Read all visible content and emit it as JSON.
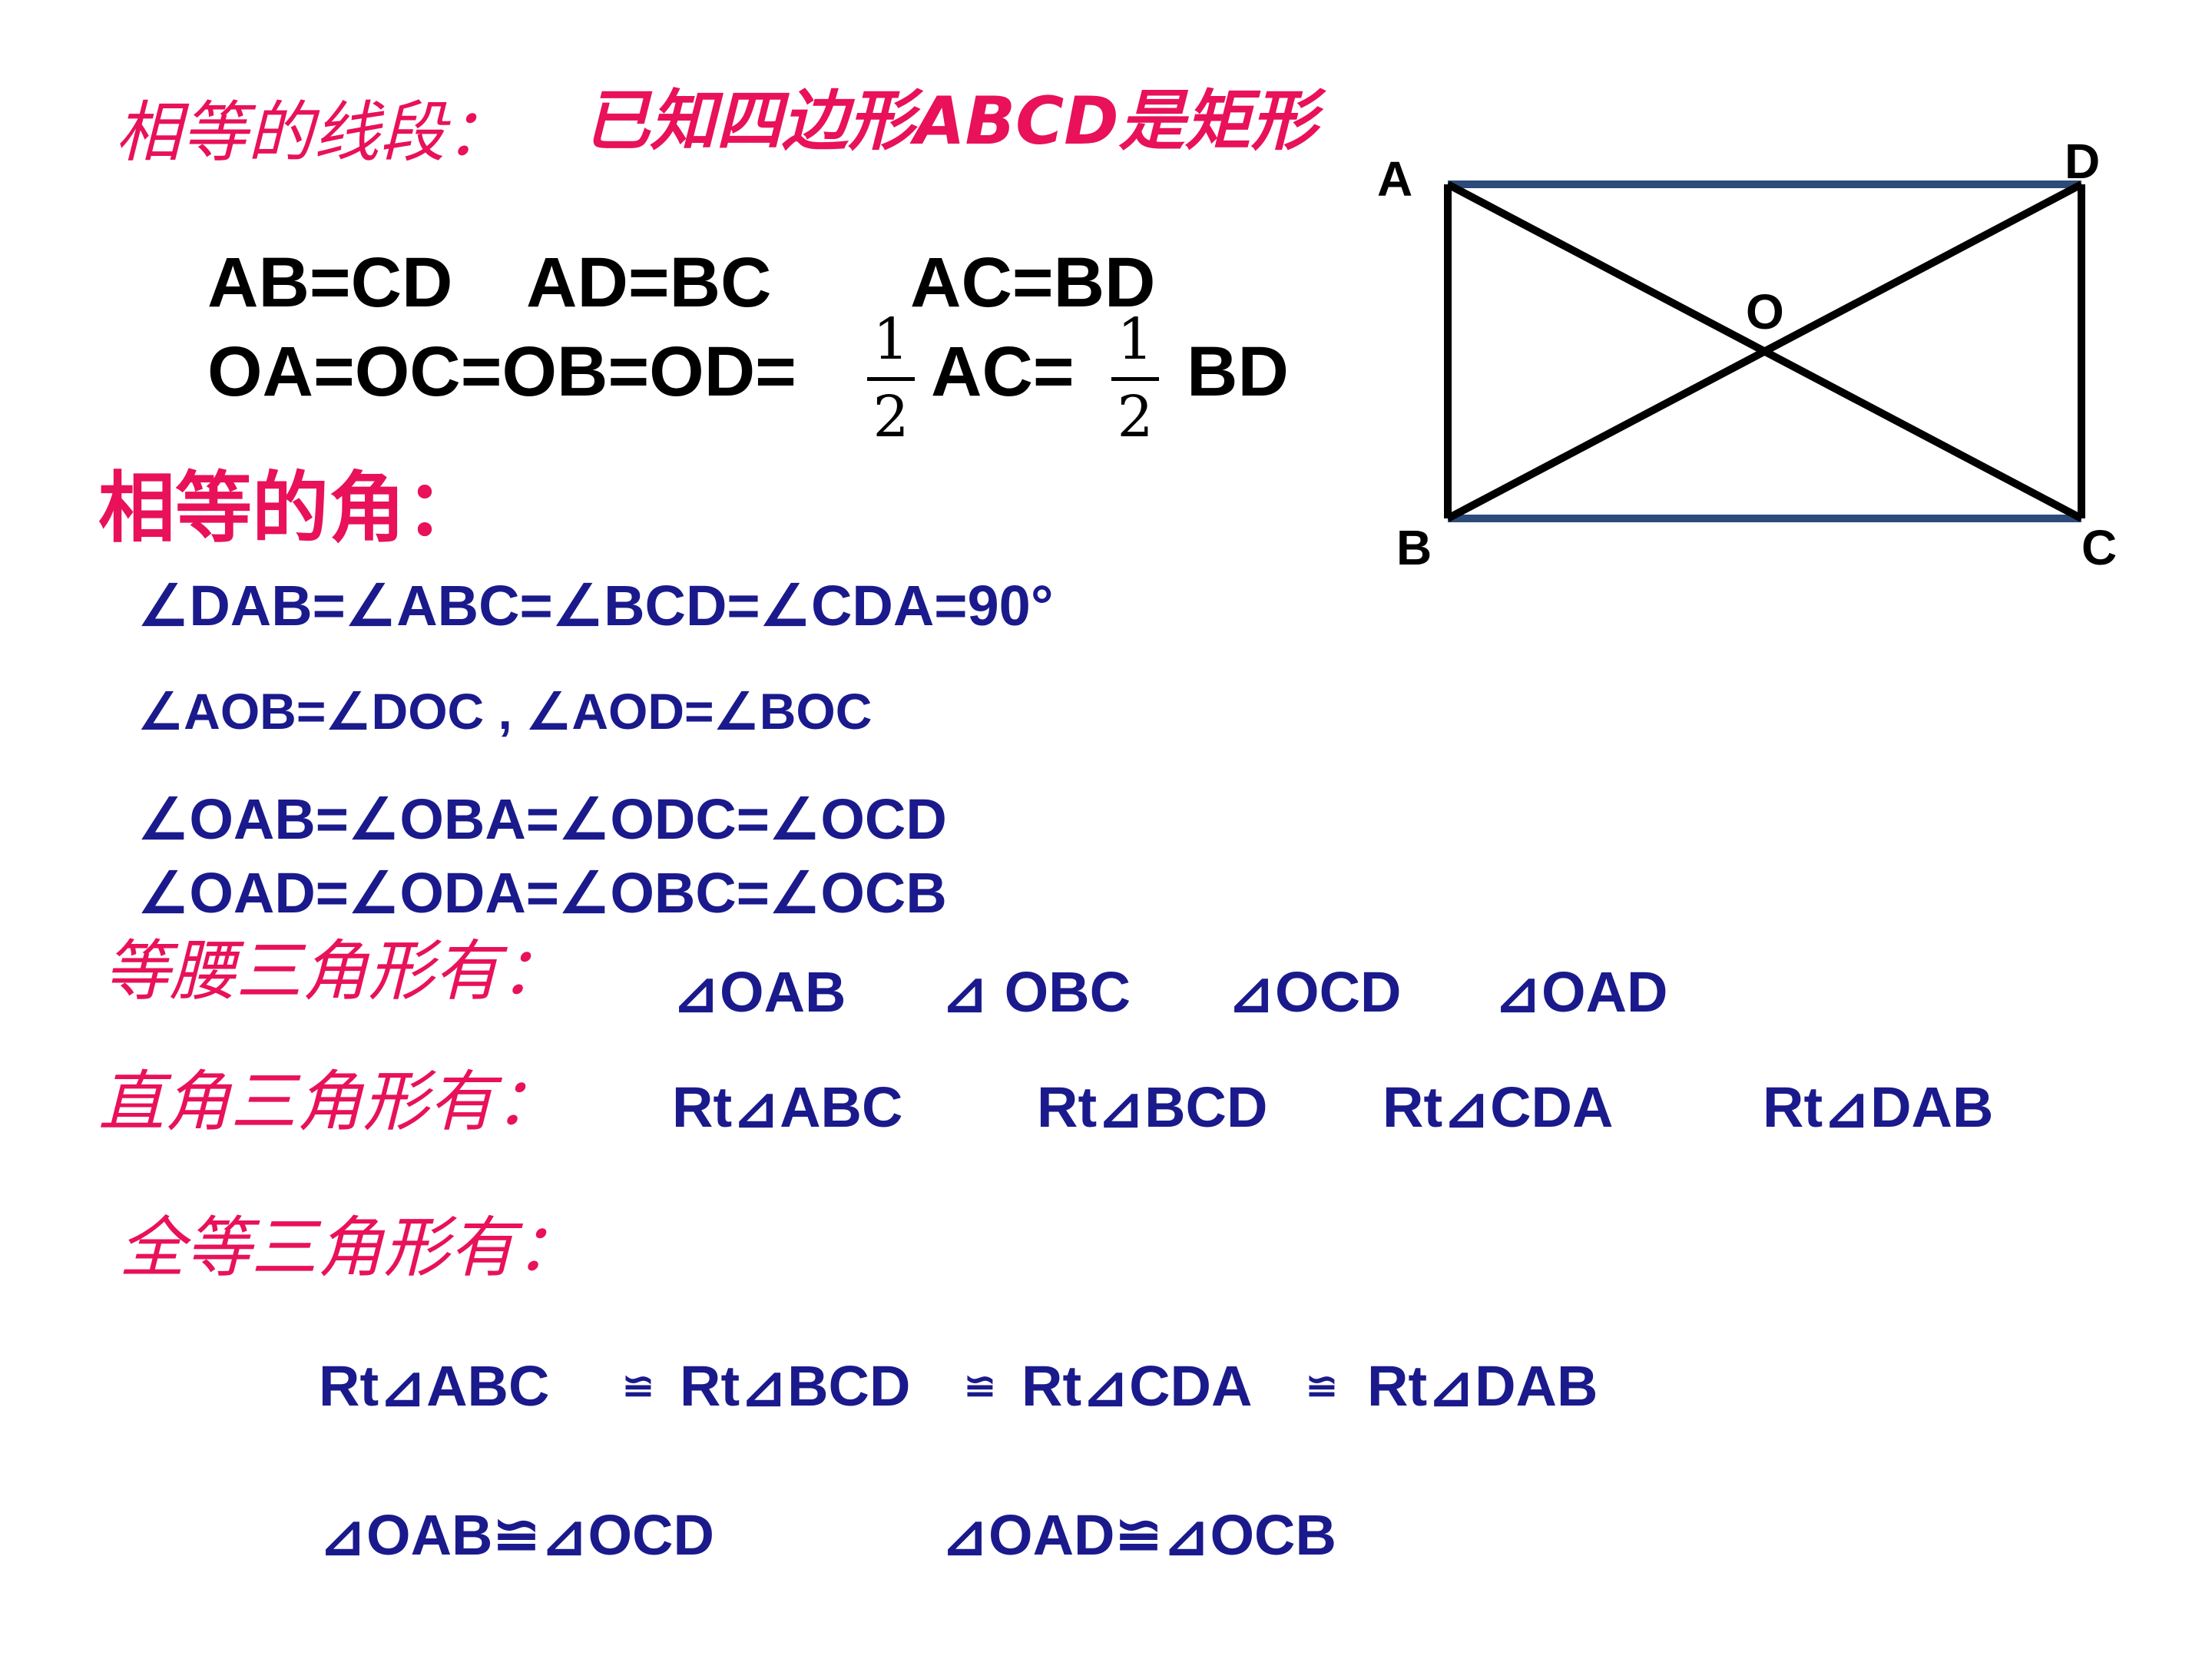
{
  "equal_segments": {
    "heading": "相等的线段：",
    "given": "已知四边形ABCD是矩形",
    "row1": [
      "AB=CD",
      "AD=BC",
      "AC=BD"
    ],
    "row2_prefix": "OA=OC=OB=OD=",
    "fraction": {
      "numerator": "1",
      "denominator": "2"
    },
    "row2_mid": "AC=",
    "row2_end": "BD"
  },
  "equal_angles": {
    "heading": "相等的角：",
    "lines": [
      "∠DAB=∠ABC=∠BCD=∠CDA=90°",
      "∠AOB=∠DOC , ∠AOD=∠BOC",
      "∠OAB=∠OBA=∠ODC=∠OCD",
      "∠OAD=∠ODA=∠OBC=∠OCB"
    ]
  },
  "isosceles": {
    "heading": "等腰三角形有：",
    "items": [
      "⊿OAB",
      "⊿ OBC",
      "⊿OCD",
      "⊿OAD"
    ]
  },
  "right_triangles": {
    "heading": "直角三角形有：",
    "items": [
      "Rt⊿ABC",
      "Rt⊿BCD",
      "Rt⊿CDA",
      "Rt⊿DAB"
    ]
  },
  "congruent": {
    "heading": "全等三角形有：",
    "line1": [
      "Rt⊿ABC",
      "≌",
      "Rt⊿BCD",
      "≌",
      "Rt⊿CDA",
      "≌",
      "Rt⊿DAB"
    ],
    "line2": [
      "⊿OAB≌⊿OCD",
      "⊿OAD≌⊿OCB"
    ]
  },
  "diagram": {
    "labels": {
      "A": "A",
      "B": "B",
      "C": "C",
      "D": "D",
      "O": "O"
    },
    "colors": {
      "horizontal_sides": "#2c4a7a",
      "vertical_sides_and_diagonals": "#000000"
    }
  }
}
